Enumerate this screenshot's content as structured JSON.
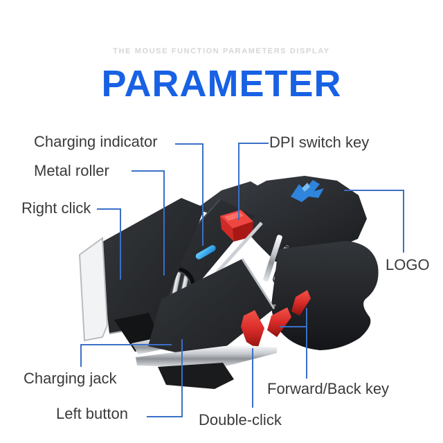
{
  "header": {
    "caption": "THE MOUSE FUNCTION PARAMETERS DISPLAY",
    "title": "PARAMETER"
  },
  "labels": {
    "charging_indicator": "Charging indicator",
    "metal_roller": "Metal roller",
    "right_click": "Right click",
    "dpi_switch_key": "DPI switch key",
    "logo": "LOGO",
    "charging_jack": "Charging jack",
    "left_button": "Left button",
    "double_click": "Double-click",
    "forward_back_key": "Forward/Back key"
  },
  "figure": {
    "alt": "Black mechanical gaming mouse shown at an angle with blue callout lines pointing to its parts",
    "colors": {
      "title_blue": "#1861e4",
      "caption_gray": "#d6d6d6",
      "label_text": "#3a3a3a",
      "callout_line_blue": "#3b6fc7",
      "mouse_body_black": "#26282b",
      "dpi_button_red": "#e23a32",
      "side_button_red": "#d92b28",
      "led_indicator_blue": "#2aa9ea",
      "logo_glow_blue": "#2f84dc",
      "chrome_silver": "#d7dadd"
    }
  }
}
